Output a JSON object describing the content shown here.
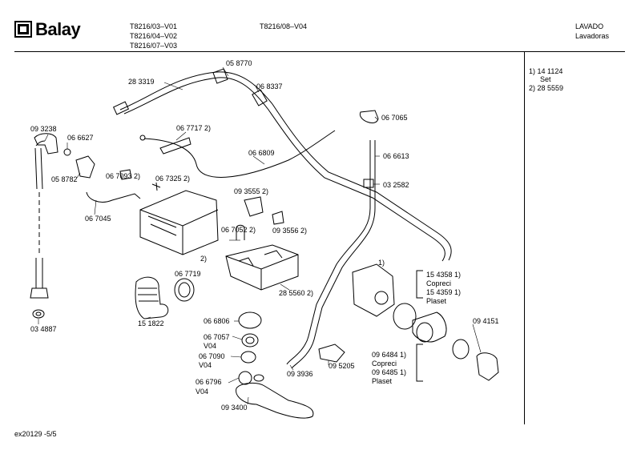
{
  "header": {
    "brand": "Balay",
    "models_col1": [
      "T8216/03–V01",
      "T8216/04–V02",
      "T8216/07–V03"
    ],
    "models_col2": "T8216/08–V04",
    "category": "LAVADO",
    "subcategory": "Lavadoras"
  },
  "notes": {
    "n1_code": "1) 14 1124",
    "n1_sub": "Set",
    "n2_code": "2) 28 5559"
  },
  "parts": {
    "p_058770": "05 8770",
    "p_283319": "28 3319",
    "p_068337": "06 8337",
    "p_067065": "06 7065",
    "p_093238": "09 3238",
    "p_066627": "06 6627",
    "p_067717": "06 7717 2)",
    "p_066613": "06 6613",
    "p_066809": "06 6809",
    "p_058782": "05 8782",
    "p_067093": "06 7093 2)",
    "p_067325": "06 7325 2)",
    "p_032582": "03 2582",
    "p_093555": "09 3555 2)",
    "p_067045": "06 7045",
    "p_067052": "06 7052 2)",
    "p_093556": "09 3556 2)",
    "p_2_label": "2)",
    "p_1_label": "1)",
    "p_154358": "15 4358 1)",
    "p_copreci1": "Copreci",
    "p_154359": "15 4359 1)",
    "p_plaset1": "Plaset",
    "p_067719": "06 7719",
    "p_285560": "28 5560 2)",
    "p_151822": "15 1822",
    "p_034887": "03 4887",
    "p_066806": "06 6806",
    "p_067057": "06 7057",
    "p_v04a": "V04",
    "p_067090": "06 7090",
    "p_v04b": "V04",
    "p_066796": "06 6796",
    "p_v04c": "V04",
    "p_094151": "09 4151",
    "p_096484": "09 6484 1)",
    "p_copreci2": "Copreci",
    "p_096485": "09 6485 1)",
    "p_plaset2": "Plaset",
    "p_093936": "09 3936",
    "p_095205": "09 5205",
    "p_093400": "09 3400"
  },
  "footer": {
    "doc_code": "ex20129 -5/5"
  }
}
